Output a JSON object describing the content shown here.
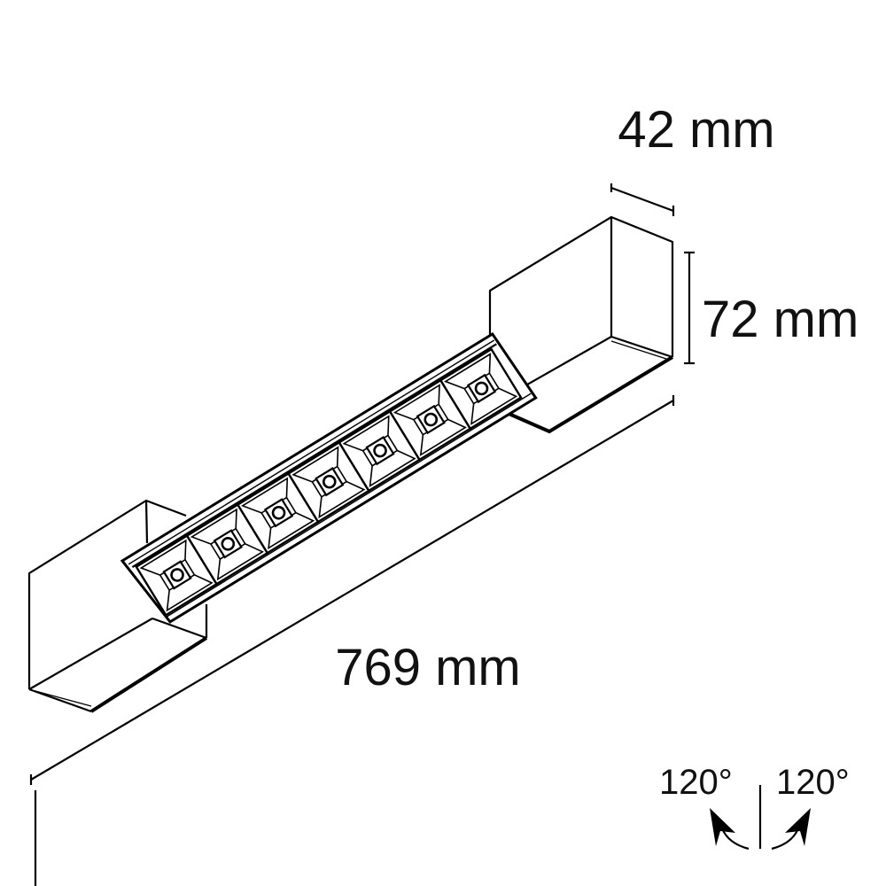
{
  "dimensions": {
    "depth": "42 mm",
    "height": "72 mm",
    "length": "769 mm"
  },
  "rotation": {
    "left_angle": "120°",
    "right_angle": "120°"
  },
  "led_module": {
    "cell_count": 7
  },
  "colors": {
    "line": "#000000",
    "background": "#ffffff"
  }
}
